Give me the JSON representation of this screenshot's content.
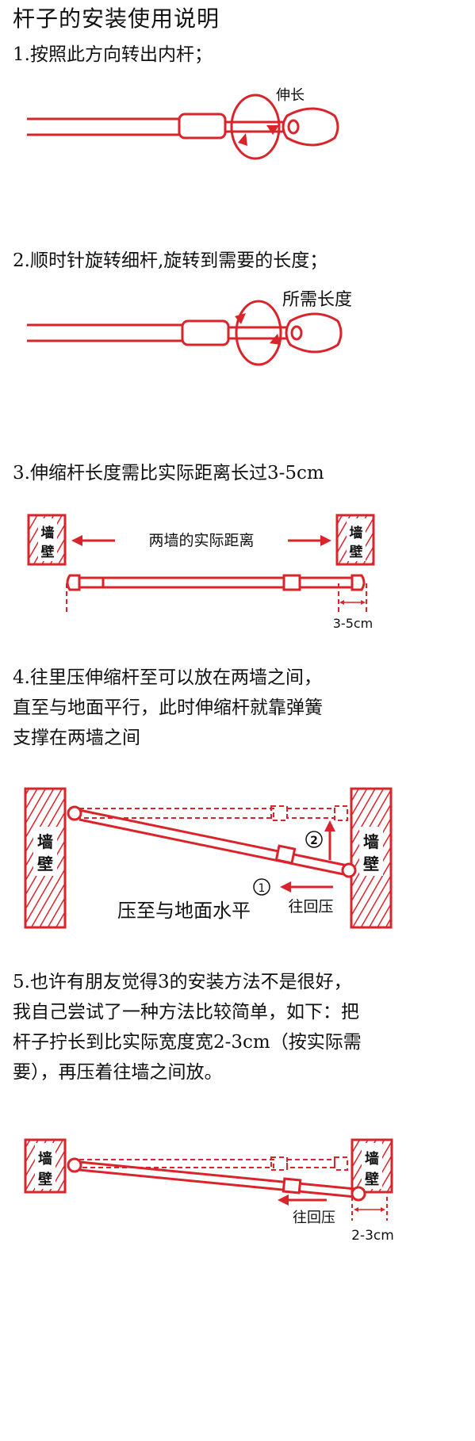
{
  "title": "杆子的安装使用说明",
  "steps": [
    {
      "text": "1.按照此方向转出内杆；",
      "label": "伸长"
    },
    {
      "text": "2.顺时针旋转细杆,旋转到需要的长度；",
      "label": "所需长度"
    },
    {
      "text": "3.伸缩杆长度需比实际距离长过3-5cm",
      "label": "两墙的实际距离",
      "measure": "3-5cm"
    },
    {
      "text": "4.往里压伸缩杆至可以放在两墙之间，\n直至与地面平行，此时伸缩杆就靠弹簧\n支撑在两墙之间",
      "label": "压至与地面水平",
      "push": "往回压",
      "num1": "1",
      "num2": "2"
    },
    {
      "text": "5.也许有朋友觉得3的安装方法不是很好，\n我自己尝试了一种方法比较简单，如下：把\n杆子拧长到比实际宽度宽2-3cm（按实际需\n要），再压着往墙之间放。",
      "push": "往回压",
      "measure": "2-3cm"
    }
  ],
  "wall": {
    "top": "墙",
    "bottom": "壁"
  },
  "colors": {
    "accent": "#d9242b"
  }
}
